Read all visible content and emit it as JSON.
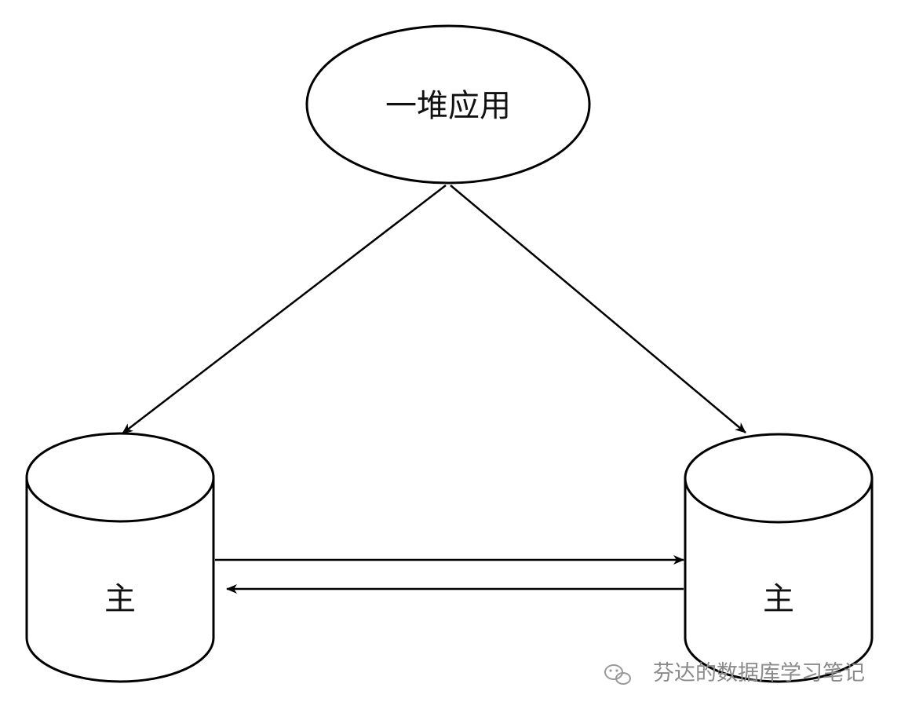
{
  "diagram": {
    "app_label": "一堆应用",
    "left_db_label": "主",
    "right_db_label": "主",
    "stroke_color": "#000000",
    "background_color": "#ffffff"
  },
  "watermark": {
    "text": "芬达的数据库学习笔记",
    "icon": "wechat-icon"
  }
}
